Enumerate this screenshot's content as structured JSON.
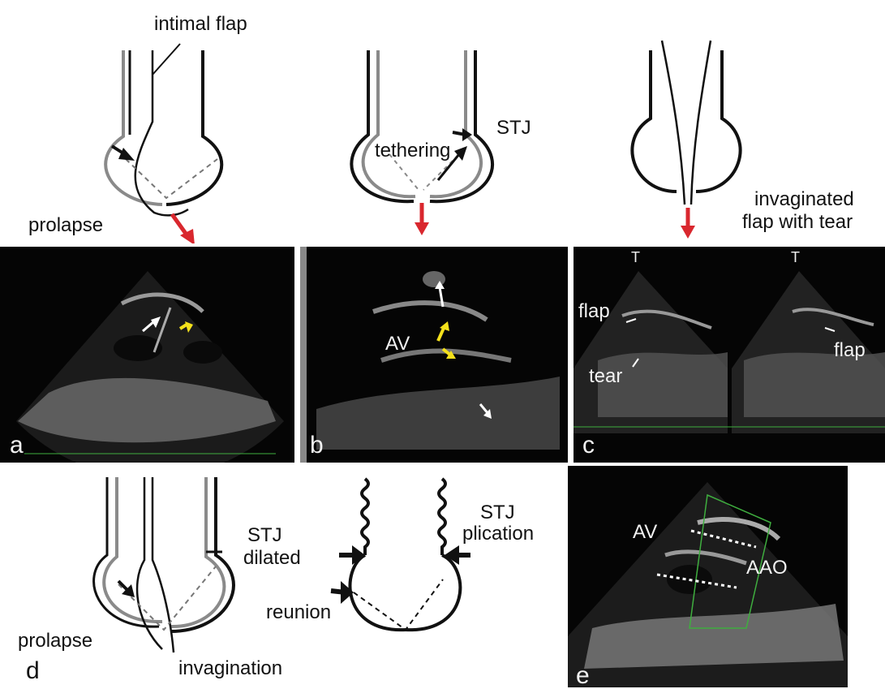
{
  "labels": {
    "intimal_flap": "intimal flap",
    "prolapse_top": "prolapse",
    "tethering": "tethering",
    "stj_top": "STJ",
    "invaginated_line1": "invaginated",
    "invaginated_line2": "flap with tear",
    "av_b": "AV",
    "flap_c_left": "flap",
    "tear_c": "tear",
    "flap_c_right": "flap",
    "stj_dilated_line1": "STJ",
    "stj_dilated_line2": "dilated",
    "prolapse_d": "prolapse",
    "invagination": "invagination",
    "reunion": "reunion",
    "stj_plication_line1": "STJ",
    "stj_plication_line2": "plication",
    "av_e": "AV",
    "aao_e": "AAO"
  },
  "panel_letters": {
    "a": "a",
    "b": "b",
    "c": "c",
    "d": "d",
    "e": "e"
  },
  "monitor_markers": {
    "c_left": "T",
    "c_right": "T"
  },
  "colors": {
    "aortic_wall_dark": "#111111",
    "aortic_wall_gray": "#8a8a8a",
    "red_arrow": "#d9272e",
    "yellow_arrow": "#f4e11b",
    "echo_background": "#050505",
    "echo_green_trace": "#3fae3f"
  }
}
